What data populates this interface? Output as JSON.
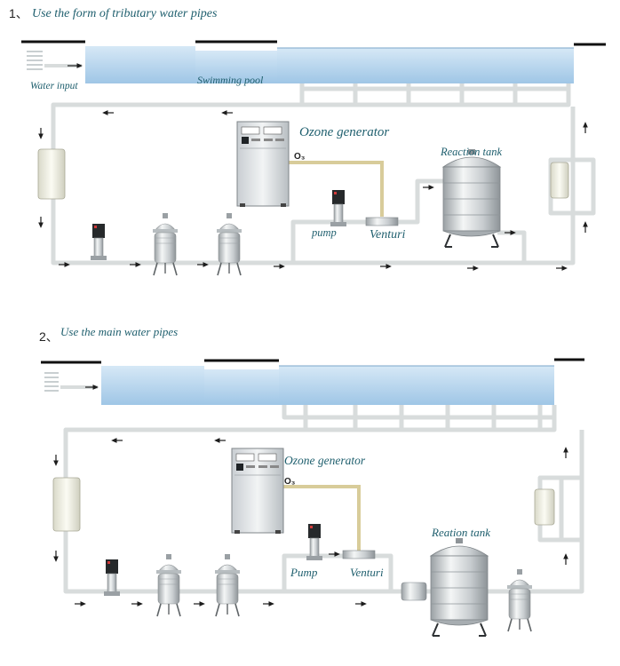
{
  "diagram1": {
    "number": "1、",
    "title": "Use the form of tributary water pipes",
    "water_input": "Water input",
    "swimming_pool": "Swimming pool",
    "ozone_generator": "Ozone generator",
    "o3": "O₃",
    "reaction_tank": "Reaction tank",
    "pump": "pump",
    "venturi": "Venturi"
  },
  "diagram2": {
    "number": "2、",
    "title": "Use the main water pipes",
    "ozone_generator": "Ozone generator",
    "o3": "O₃",
    "reaction_tank": "Reation tank",
    "pump": "Pump",
    "venturi": "Venturi"
  },
  "colors": {
    "label_text": "#1f5f6e",
    "pipe": "#d8dcdc",
    "pool_water": "#bcd8ee",
    "ozone_line": "#d8cc9a"
  },
  "icons": [
    "arrow-icon",
    "pump-icon",
    "filter-icon",
    "ozone-generator-icon",
    "reaction-tank-icon",
    "venturi-icon",
    "heater-icon"
  ]
}
